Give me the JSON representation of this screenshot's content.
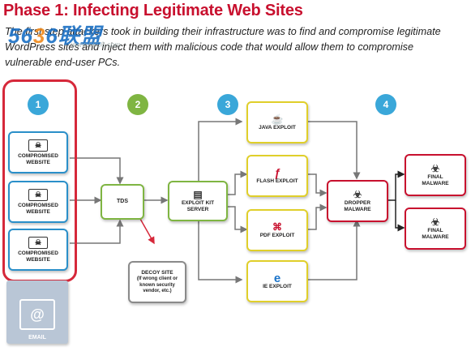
{
  "title": "Phase 1: Infecting Legitimate Web Sites",
  "intro": "The first step attackers took in building their infrastructure was to find and compromise legitimate WordPress sites and inject them with malicious code that would allow them to compromise vulnerable end-user PCs.",
  "watermark": {
    "text": "5636联盟",
    "url": "www.5636.com"
  },
  "steps": [
    {
      "num": "1",
      "color": "#3aa7d9"
    },
    {
      "num": "2",
      "color": "#7fb542"
    },
    {
      "num": "3",
      "color": "#3aa7d9"
    },
    {
      "num": "4",
      "color": "#3aa7d9"
    }
  ],
  "compromised": [
    {
      "label_1": "COMPROMISED",
      "label_2": "WEBSITE",
      "icon": "skull-laptop-icon"
    },
    {
      "label_1": "COMPROMISED",
      "label_2": "WEBSITE",
      "icon": "skull-laptop-icon"
    },
    {
      "label_1": "COMPROMISED",
      "label_2": "WEBSITE",
      "icon": "skull-laptop-icon"
    }
  ],
  "tds": "TDS",
  "exploit_kit": {
    "line1": "EXPLOIT KIT",
    "line2": "SERVER"
  },
  "decoy": {
    "title": "DECOY SITE",
    "sub": "(If wrong client or known security vendor, etc.)"
  },
  "exploits": [
    {
      "label": "JAVA EXPLOIT",
      "icon": "java-cup-icon",
      "glyph": "☕"
    },
    {
      "label": "FLASH EXPLOIT",
      "icon": "flash-icon",
      "glyph": "ƒ"
    },
    {
      "label": "PDF EXPLOIT",
      "icon": "pdf-icon",
      "glyph": "⌘"
    },
    {
      "label": "IE EXPLOIT",
      "icon": "ie-logo-icon",
      "glyph": "e"
    }
  ],
  "dropper": {
    "line1": "DROPPER",
    "line2": "MALWARE"
  },
  "finals": [
    {
      "line1": "FINAL",
      "line2": "MALWARE"
    },
    {
      "line1": "FINAL",
      "line2": "MALWARE"
    }
  ],
  "email": "EMAIL"
}
